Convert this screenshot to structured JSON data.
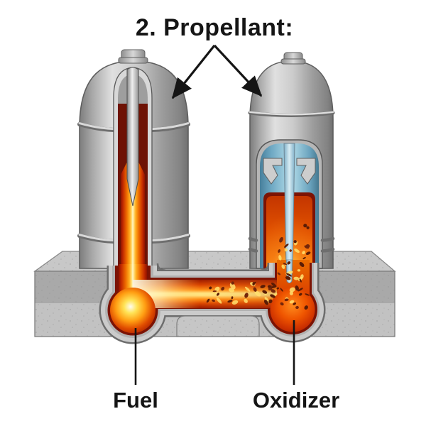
{
  "title": "2. Propellant:",
  "labels": {
    "fuel": "Fuel",
    "oxidizer": "Oxidizer"
  },
  "colors": {
    "background": "#ffffff",
    "annotation_text": "#151515",
    "tank_metal_light": "#e0e0e0",
    "tank_metal_dark": "#7d7d7d",
    "oxidizer_liquid_blue": "#a3d0e0",
    "molten_white_hot": "#fff6d2",
    "molten_yellow": "#ffd84a",
    "molten_orange": "#ff8c10",
    "molten_deep_red": "#9c1c00",
    "channel_lining_red": "#7c1304",
    "concrete_gray": "#b5b5b5",
    "particle_dark": "#5a1c05"
  }
}
